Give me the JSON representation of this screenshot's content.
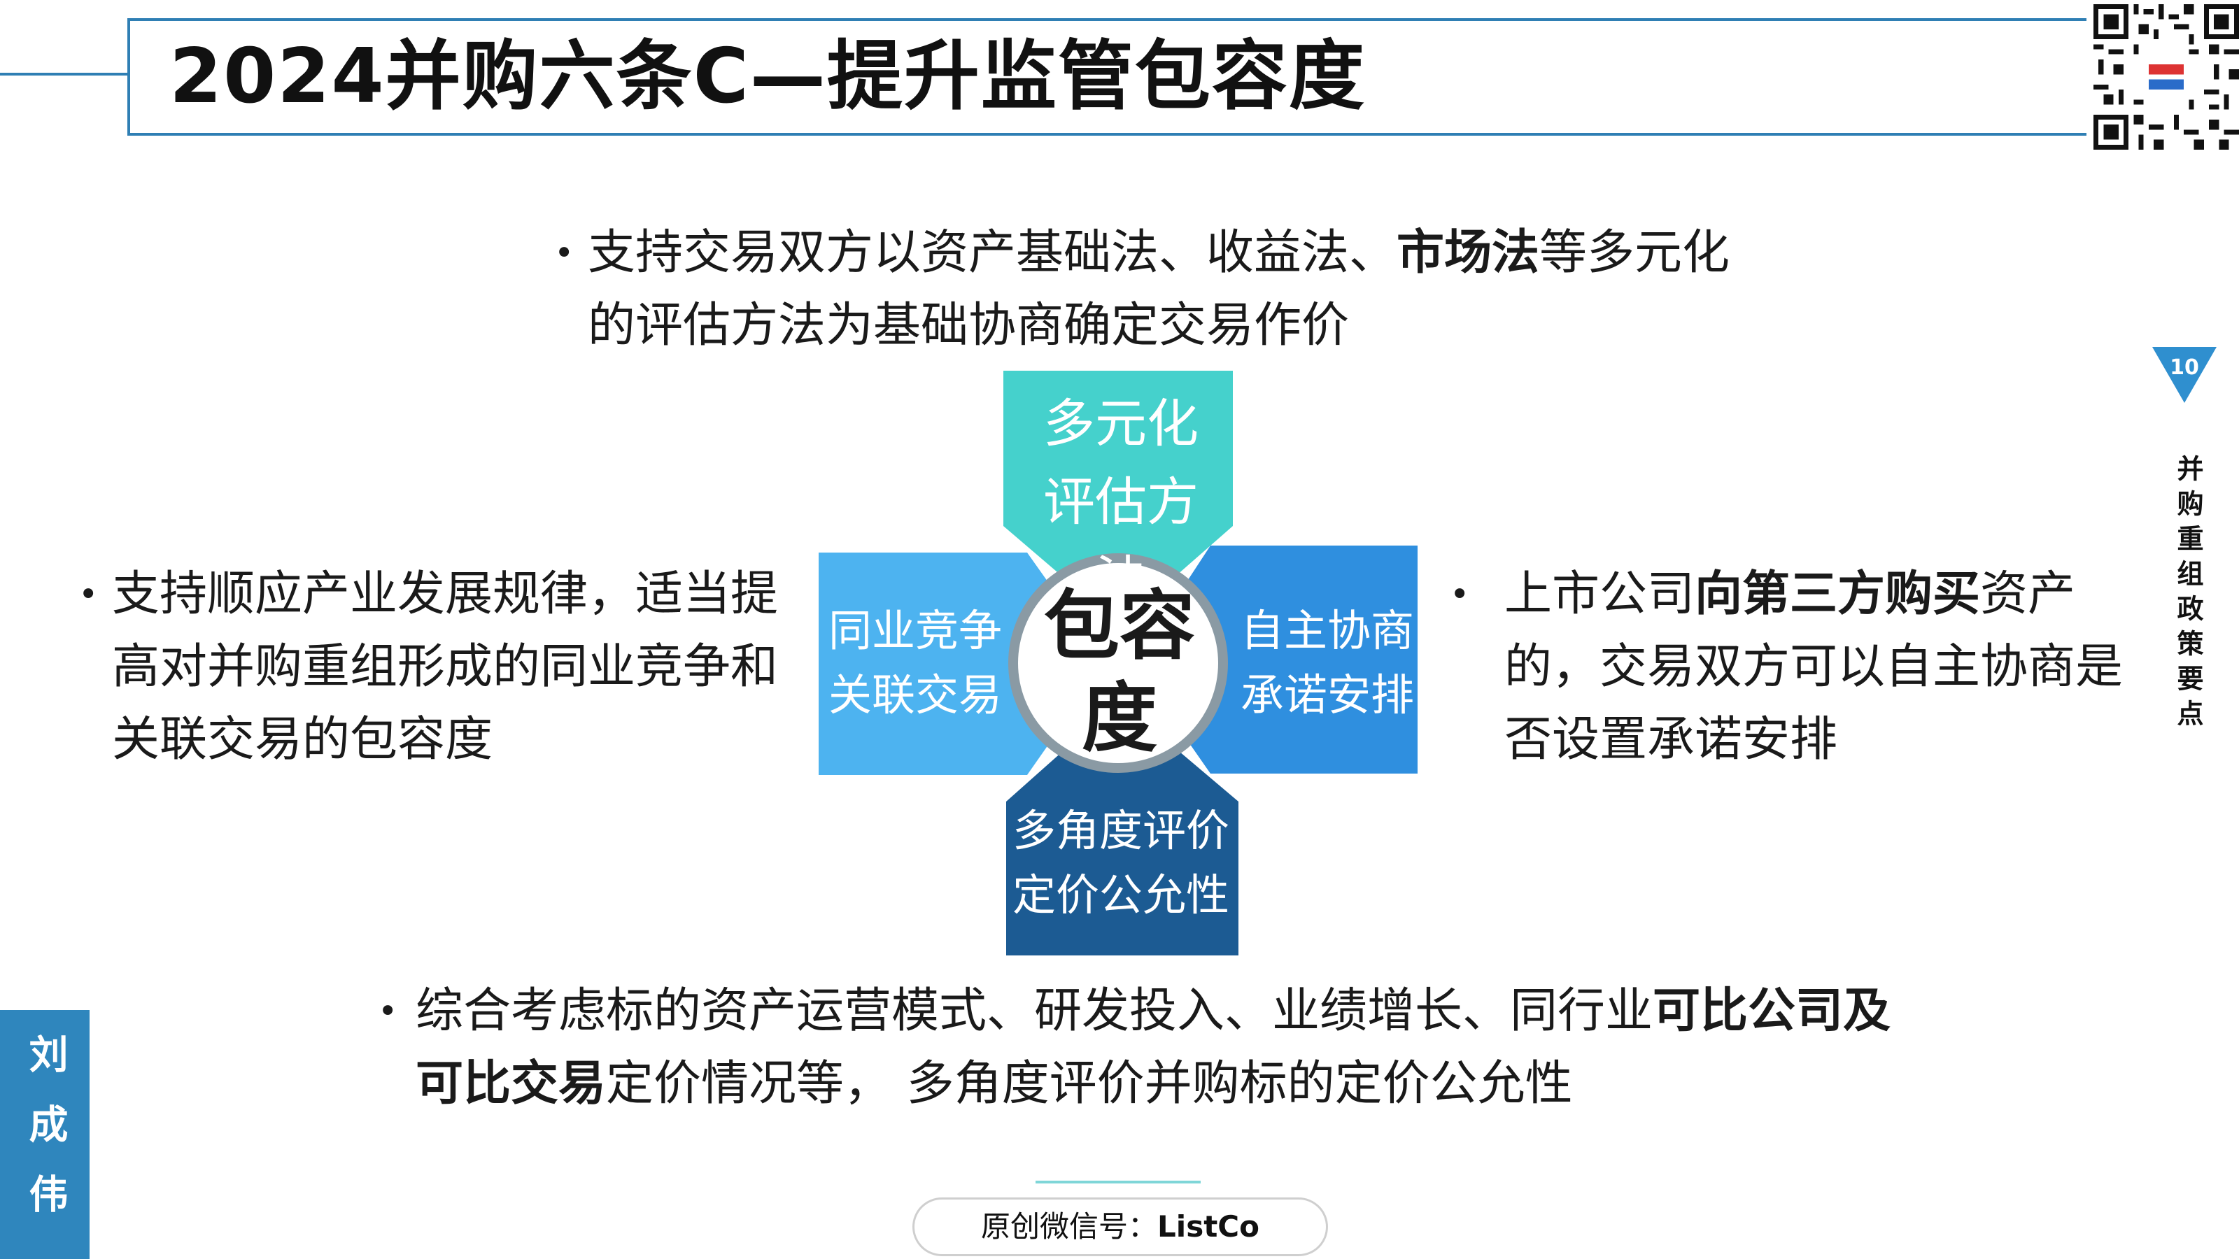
{
  "title": "2024并购六条C—提升监管包容度",
  "page_number": "10",
  "side_label": "并购重组政策要点",
  "author": "刘成伟",
  "bullets": {
    "top": {
      "pre": "支持交易双方以资产基础法、收益法、",
      "bold": "市场法",
      "post": "等多元化的评估方法为基础协商确定交易作价"
    },
    "left": {
      "text": "支持顺应产业发展规律，适当提高对并购重组形成的同业竞争和关联交易的包容度"
    },
    "right": {
      "pre": "上市公司",
      "bold": "向第三方购买",
      "post": "资产的，交易双方可以自主协商是否设置承诺安排"
    },
    "bottom": {
      "pre": "综合考虑标的资产运营模式、研发投入、业绩增长、同行业",
      "bold": "可比公司及可比交易",
      "post": "定价情况等， 多角度评价并购标的定价公允性"
    }
  },
  "diagram": {
    "center": "包容度",
    "top": "多元化评估方法",
    "left": "同业竞争关联交易",
    "right": "自主协商承诺安排",
    "bottom": "多角度评价定价公允性"
  },
  "footer": {
    "prefix": "原创微信号：",
    "brand": "ListCo"
  },
  "colors": {
    "title_border": "#2f7fb4",
    "top_petal": "#45d1cc",
    "left_petal": "#4db3f0",
    "right_petal": "#2f8fdf",
    "bottom_petal": "#1c5b93",
    "author_bar": "#2f86bd",
    "page_badge": "#2f8fcf"
  }
}
